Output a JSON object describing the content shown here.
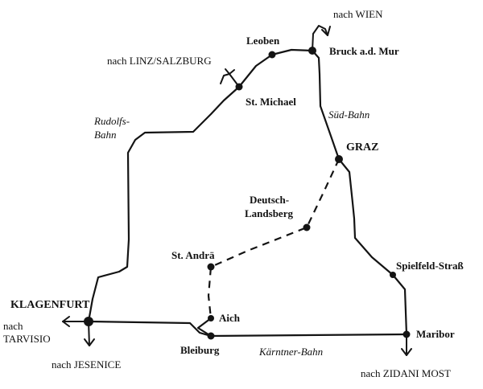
{
  "cities": {
    "leoben": "Leoben",
    "bruck": "Bruck a.d. Mur",
    "st_michael": "St. Michael",
    "graz": "GRAZ",
    "deutsch_landsberg_1": "Deutsch-",
    "deutsch_landsberg_2": "Landsberg",
    "st_andrae": "St. Andrä",
    "spielfeld": "Spielfeld-Straß",
    "klagenfurt": "KLAGENFURT",
    "aich": "Aich",
    "bleiburg": "Bleiburg",
    "maribor": "Maribor"
  },
  "directions": {
    "wien": "nach WIEN",
    "linz_salzburg": "nach LINZ/SALZBURG",
    "tarvisio_1": "nach",
    "tarvisio_2": "TARVISIO",
    "jesenice": "nach JESENICE",
    "zidani_most": "nach ZIDANI MOST"
  },
  "railways": {
    "rudolfsbahn_1": "Rudolfs-",
    "rudolfsbahn_2": "Bahn",
    "suedbahn": "Süd-Bahn",
    "kaerntnerbahn": "Kärntner-Bahn"
  },
  "colors": {
    "ink": "#141414",
    "paper": "#ffffff"
  }
}
